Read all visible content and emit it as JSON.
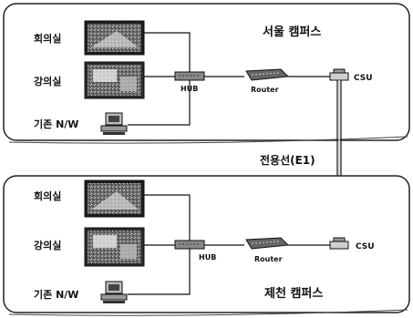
{
  "link_label": "전용선(E1)",
  "top_campus": {
    "title": "서울 캠퍼스",
    "rooms": [
      "회의실",
      "강의실",
      "기존 N/W"
    ],
    "hub_label": "HUB",
    "router_label": "Router",
    "csu_label": "CSU"
  },
  "bottom_campus": {
    "title": "제천 캠퍼스",
    "rooms": [
      "회의실",
      "강의실",
      "기존 N/W"
    ],
    "hub_label": "HUB",
    "router_label": "Router",
    "csu_label": "CSU"
  },
  "icons": {
    "meeting_room": "video-conference-screen-icon",
    "lecture_room": "lecture-screen-icon",
    "legacy_network": "computer-workstation-icon",
    "hub": "hub-icon",
    "router": "router-icon",
    "csu": "csu-icon"
  }
}
